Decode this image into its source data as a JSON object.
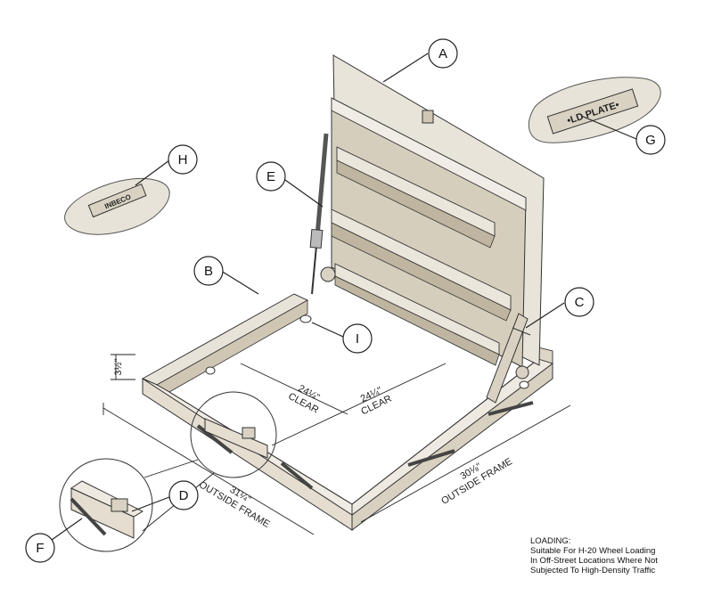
{
  "callouts": [
    {
      "letter": "A"
    },
    {
      "letter": "B"
    },
    {
      "letter": "C"
    },
    {
      "letter": "D"
    },
    {
      "letter": "E"
    },
    {
      "letter": "F"
    },
    {
      "letter": "G"
    },
    {
      "letter": "H"
    },
    {
      "letter": "I"
    }
  ],
  "dimensions": {
    "height": "3½\"",
    "clear_a": "24¼\"",
    "clear_a_label": "CLEAR",
    "clear_b": "24¼\"",
    "clear_b_label": "CLEAR",
    "outside_a": "31¼\"",
    "outside_a_label": "OUTSIDE FRAME",
    "outside_b": "30⅛\"",
    "outside_b_label": "OUTSIDE FRAME"
  },
  "plates": {
    "g_text": "•LD PLATE•",
    "h_text": "INBECO"
  },
  "loading_note": {
    "title": "LOADING:",
    "lines": [
      "Suitable For H-20 Wheel Loading",
      "In Off-Street Locations Where Not",
      "Subjected To High-Density Traffic"
    ]
  }
}
